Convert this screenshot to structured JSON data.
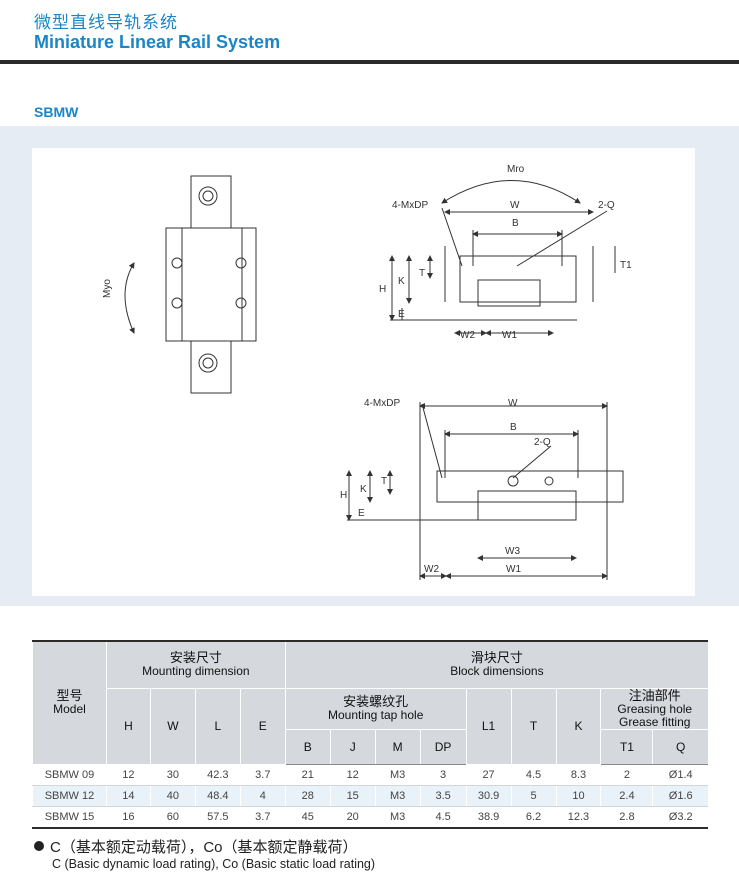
{
  "header": {
    "title_cn": "微型直线导轨系统",
    "title_en": "Miniature Linear Rail System"
  },
  "section": "SBMW",
  "drawing": {
    "top_view": {
      "moment_label": "Myo"
    },
    "front_view": {
      "labels": {
        "mro": "Mro",
        "mxdp": "4-MxDP",
        "w": "W",
        "b": "B",
        "q": "2-Q",
        "t1": "T1",
        "h": "H",
        "k": "K",
        "t": "T",
        "e": "E",
        "w2": "W2",
        "w1": "W1"
      }
    },
    "lower_view": {
      "labels": {
        "mxdp": "4-MxDP",
        "w": "W",
        "b": "B",
        "q": "2-Q",
        "h": "H",
        "k": "K",
        "t": "T",
        "e": "E",
        "w3": "W3",
        "w2": "W2",
        "w1": "W1"
      }
    }
  },
  "table": {
    "model_cn": "型号",
    "model_en": "Model",
    "mount_cn": "安装尺寸",
    "mount_en": "Mounting dimension",
    "block_cn": "滑块尺寸",
    "block_en": "Block dimensions",
    "tap_cn": "安装螺纹孔",
    "tap_en": "Mounting tap hole",
    "grease_cn": "注油部件",
    "grease_en1": "Greasing hole",
    "grease_en2": "Grease fitting",
    "cols": {
      "h": "H",
      "w": "W",
      "l": "L",
      "e": "E",
      "b": "B",
      "j": "J",
      "m": "M",
      "dp": "DP",
      "l1": "L1",
      "t": "T",
      "k": "K",
      "t1": "T1",
      "q": "Q"
    },
    "rows": [
      [
        "SBMW 09",
        "12",
        "30",
        "42.3",
        "3.7",
        "21",
        "12",
        "M3",
        "3",
        "27",
        "4.5",
        "8.3",
        "2",
        "Ø1.4"
      ],
      [
        "SBMW 12",
        "14",
        "40",
        "48.4",
        "4",
        "28",
        "15",
        "M3",
        "3.5",
        "30.9",
        "5",
        "10",
        "2.4",
        "Ø1.6"
      ],
      [
        "SBMW 15",
        "16",
        "60",
        "57.5",
        "3.7",
        "45",
        "20",
        "M3",
        "4.5",
        "38.9",
        "6.2",
        "12.3",
        "2.8",
        "Ø3.2"
      ]
    ]
  },
  "notes": {
    "line1": "C（基本额定动载荷），Co（基本额定静载荷）",
    "line2": "C (Basic dynamic load rating), Co (Basic static load rating)"
  }
}
